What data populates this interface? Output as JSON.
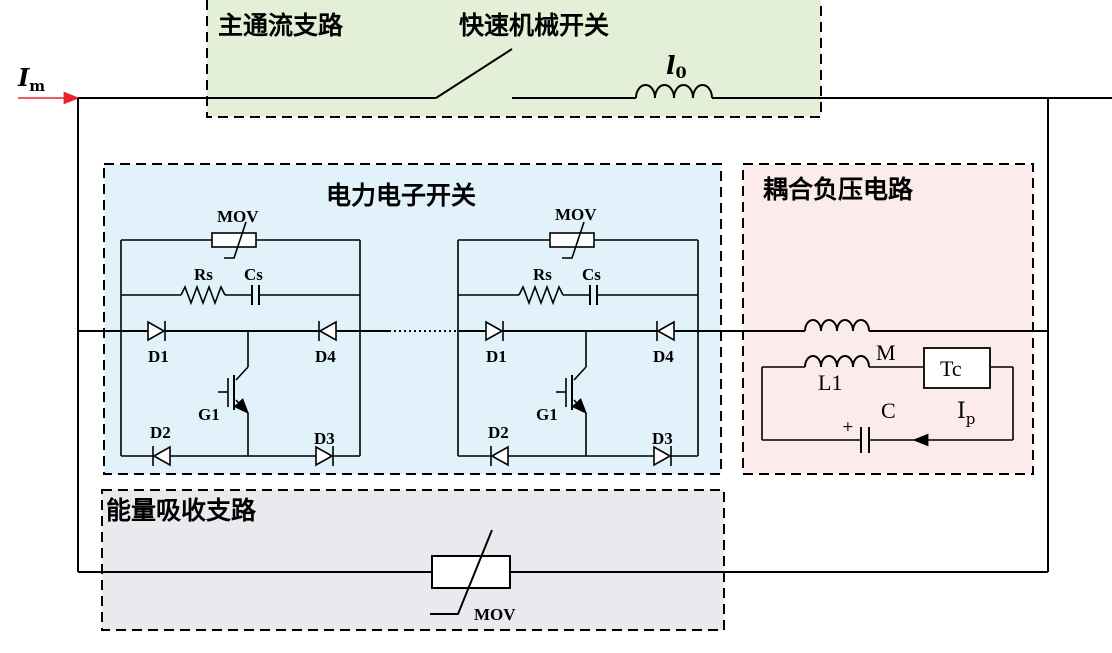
{
  "colors": {
    "main_branch_fill": "#e3efd7",
    "power_switch_fill": "#e2f2fb",
    "coupling_fill": "#fbeceb",
    "absorb_fill": "#ebe9ee",
    "current_arrow": "#e8232a"
  },
  "labels": {
    "main_branch": "主通流支路",
    "fast_switch": "快速机械开关",
    "inductor_l0_main": "l",
    "inductor_l0_sub": "0",
    "current_in_main": "I",
    "current_in_sub": "m",
    "power_switch": "电力电子开关",
    "coupling_circuit": "耦合负压电路",
    "absorb_branch": "能量吸收支路",
    "mov": "MOV",
    "rs": "Rs",
    "cs": "Cs",
    "d1": "D1",
    "d2": "D2",
    "d3": "D3",
    "d4": "D4",
    "g1": "G1",
    "m": "M",
    "l1": "L1",
    "tc": "Tc",
    "c": "C",
    "plus": "+",
    "ip_main": "I",
    "ip_sub": "p"
  }
}
